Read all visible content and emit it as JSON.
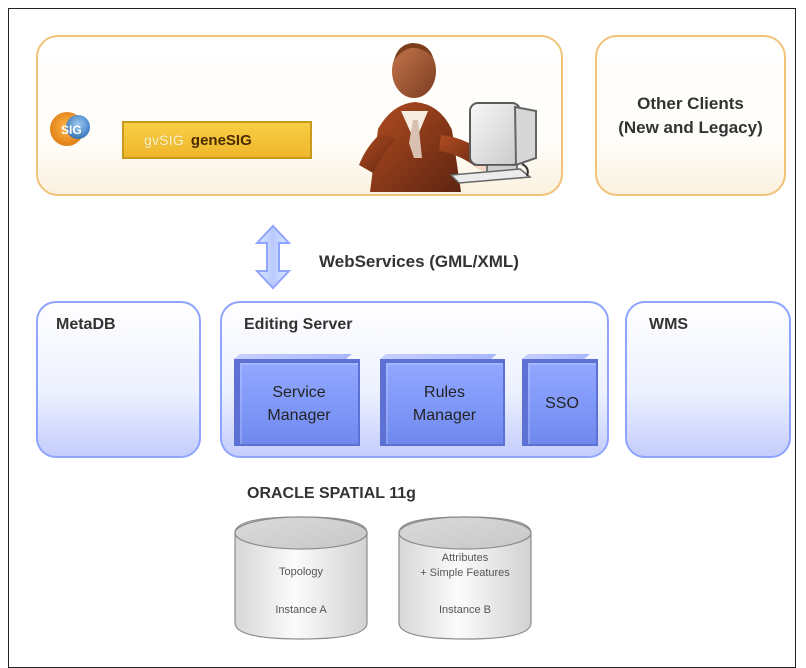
{
  "clients": {
    "logo_text": "SIG",
    "gvsig_label": "gvSIG",
    "genesig_label": "geneSIG",
    "other_clients_label": "Other Clients\n(New and Legacy)"
  },
  "connector": {
    "label": "WebServices (GML/XML)"
  },
  "services": {
    "metadb_title": "MetaDB",
    "editing_server_title": "Editing Server",
    "wms_title": "WMS",
    "modules": [
      {
        "label": "Service\nManager"
      },
      {
        "label": "Rules\nManager"
      },
      {
        "label": "SSO"
      }
    ]
  },
  "database": {
    "title": "ORACLE SPATIAL 11g",
    "instances": [
      {
        "label": "Topology",
        "instance": "Instance A"
      },
      {
        "label": "Attributes\n+ Simple Features",
        "instance": "Instance B"
      }
    ]
  },
  "colors": {
    "client_border": "#f0c27a",
    "service_border": "#8ea4ff",
    "module_fill": "#7d96f7",
    "genesig_fill": "#efb62c"
  },
  "icons": {
    "sig_logo": "sig-logo-icon",
    "person": "person-at-computer-icon",
    "connector": "double-arrow-icon",
    "database": "database-cylinder-icon"
  }
}
